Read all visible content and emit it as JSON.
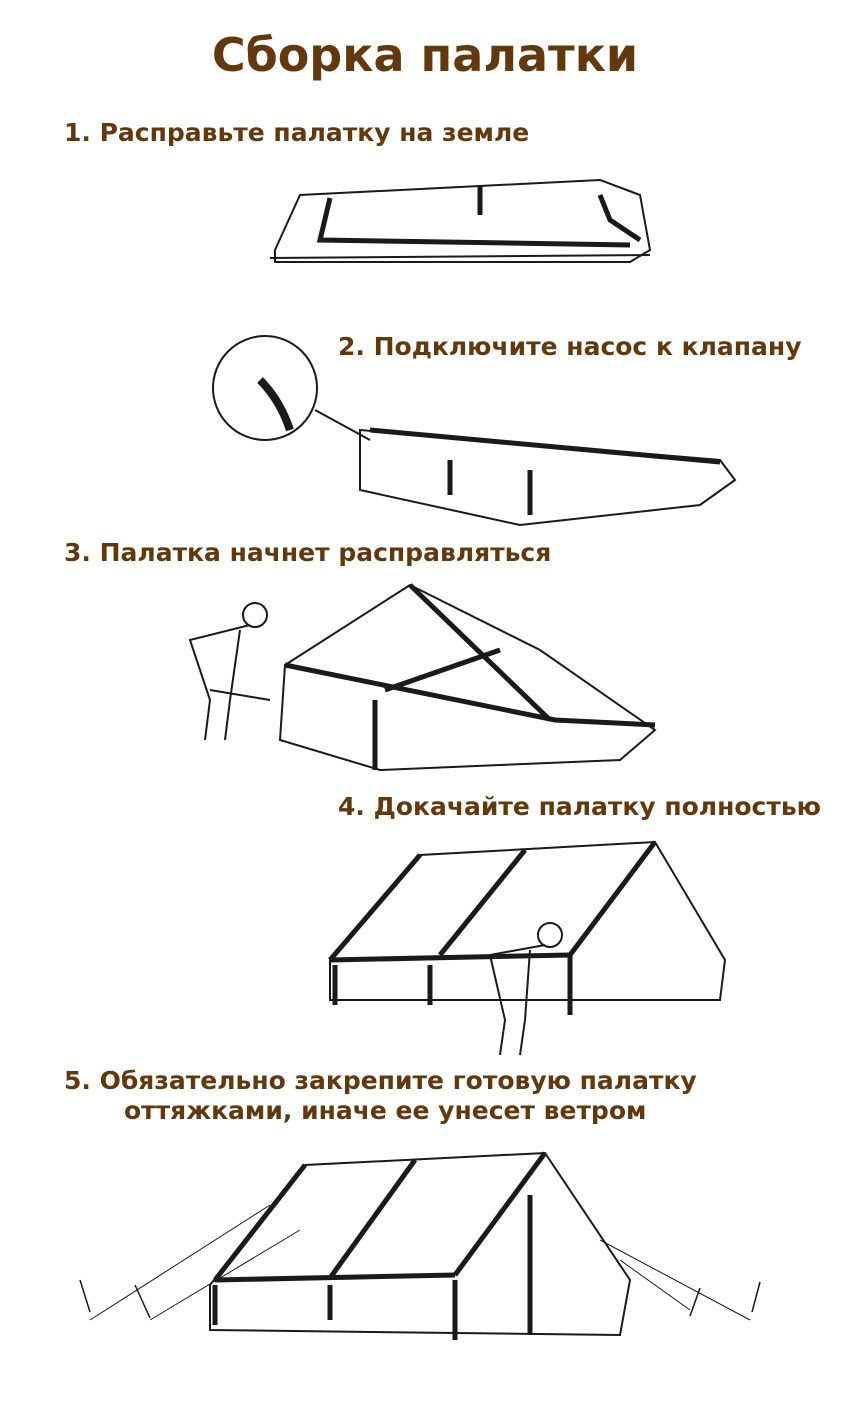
{
  "title": "Сборка палатки",
  "steps": [
    {
      "text": "1. Расправьте палатку на земле"
    },
    {
      "text": "2. Подключите насос к клапану"
    },
    {
      "text": "3. Палатка начнет расправляться"
    },
    {
      "text": "4. Докачайте палатку полностью"
    },
    {
      "text": "5. Обязательно закрепите готовую палатку",
      "text2": "оттяжками, иначе ее унесет ветром"
    }
  ],
  "colors": {
    "heading": "#62380c",
    "lines": "#1a1a1a"
  }
}
